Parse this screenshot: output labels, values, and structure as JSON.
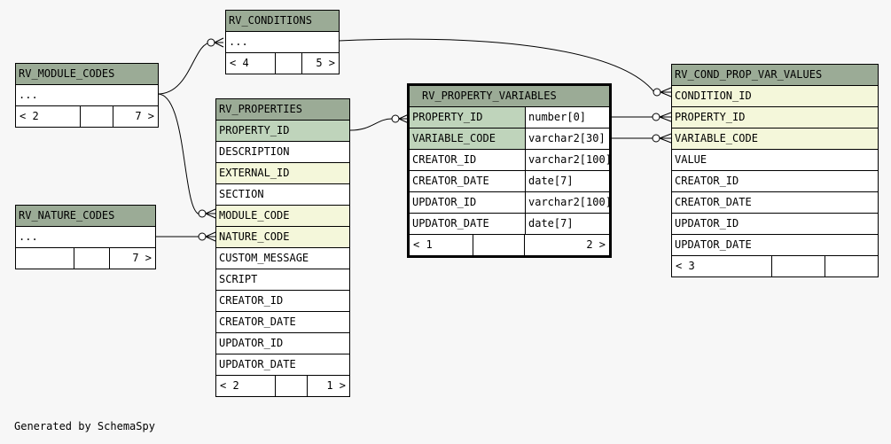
{
  "footer": "Generated by SchemaSpy",
  "tables": {
    "rv_conditions": {
      "title": "RV_CONDITIONS",
      "ellipsis": "...",
      "foot": [
        "< 4",
        "",
        "5 >"
      ]
    },
    "rv_module_codes": {
      "title": "RV_MODULE_CODES",
      "ellipsis": "...",
      "foot": [
        "< 2",
        "",
        "7 >"
      ]
    },
    "rv_nature_codes": {
      "title": "RV_NATURE_CODES",
      "ellipsis": "...",
      "foot": [
        "",
        "",
        "7 >"
      ]
    },
    "rv_properties": {
      "title": "RV_PROPERTIES",
      "columns": [
        "PROPERTY_ID",
        "DESCRIPTION",
        "EXTERNAL_ID",
        "SECTION",
        "MODULE_CODE",
        "NATURE_CODE",
        "CUSTOM_MESSAGE",
        "SCRIPT",
        "CREATOR_ID",
        "CREATOR_DATE",
        "UPDATOR_ID",
        "UPDATOR_DATE"
      ],
      "foot": [
        "< 2",
        "",
        "1 >"
      ]
    },
    "rv_property_variables": {
      "title": "RV_PROPERTY_VARIABLES",
      "columns": [
        {
          "name": "PROPERTY_ID",
          "type": "number[0]"
        },
        {
          "name": "VARIABLE_CODE",
          "type": "varchar2[30]"
        },
        {
          "name": "CREATOR_ID",
          "type": "varchar2[100]"
        },
        {
          "name": "CREATOR_DATE",
          "type": "date[7]"
        },
        {
          "name": "UPDATOR_ID",
          "type": "varchar2[100]"
        },
        {
          "name": "UPDATOR_DATE",
          "type": "date[7]"
        }
      ],
      "foot": [
        "< 1",
        "",
        "2 >"
      ]
    },
    "rv_cond_prop_var_values": {
      "title": "RV_COND_PROP_VAR_VALUES",
      "columns": [
        "CONDITION_ID",
        "PROPERTY_ID",
        "VARIABLE_CODE",
        "VALUE",
        "CREATOR_ID",
        "CREATOR_DATE",
        "UPDATOR_ID",
        "UPDATOR_DATE"
      ],
      "foot": [
        "< 3",
        "",
        ""
      ]
    }
  },
  "colors": {
    "header": "#9bab96",
    "primary_key": "#bfd4bb",
    "foreign_key": "#f4f7da",
    "background": "#f7f7f7"
  }
}
